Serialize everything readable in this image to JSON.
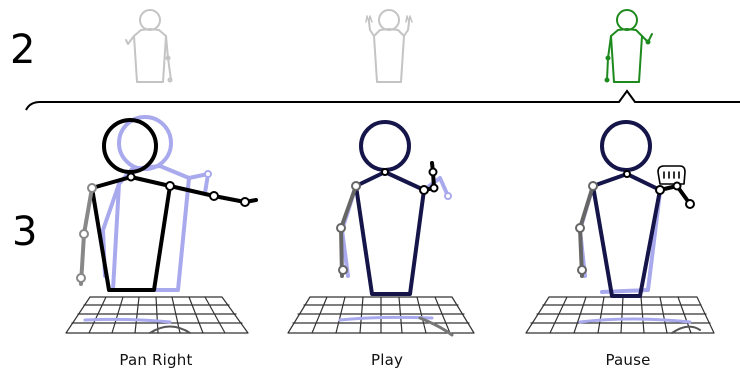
{
  "rows": [
    {
      "number": "2"
    },
    {
      "number": "3"
    }
  ],
  "gestures": [
    {
      "label": "Pan Right"
    },
    {
      "label": "Play"
    },
    {
      "label": "Pause"
    }
  ],
  "colors": {
    "ghost": "#c4c4c4",
    "highlight": "#1e8a1e",
    "trail": "#a9a9ee",
    "actor": "#15154a",
    "grid": "#333333"
  },
  "selected_gesture": "Pause"
}
